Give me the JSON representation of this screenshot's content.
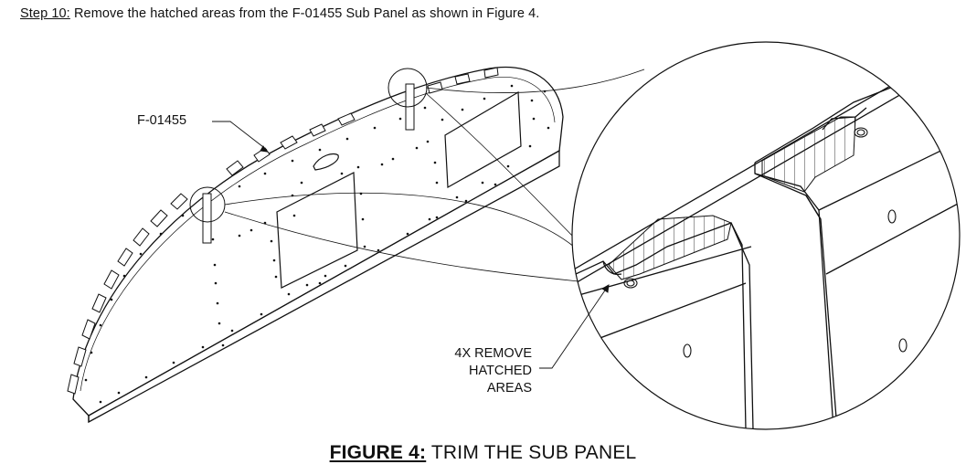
{
  "step": {
    "label": "Step 10:",
    "text": " Remove the hatched areas from the F-01455 Sub Panel as shown in Figure 4."
  },
  "callouts": {
    "part_number": "F-01455",
    "note_line1": "4X REMOVE",
    "note_line2": "HATCHED",
    "note_line3": "AREAS"
  },
  "caption": {
    "figure_label": "FIGURE 4:",
    "title": " TRIM THE SUB PANEL"
  }
}
